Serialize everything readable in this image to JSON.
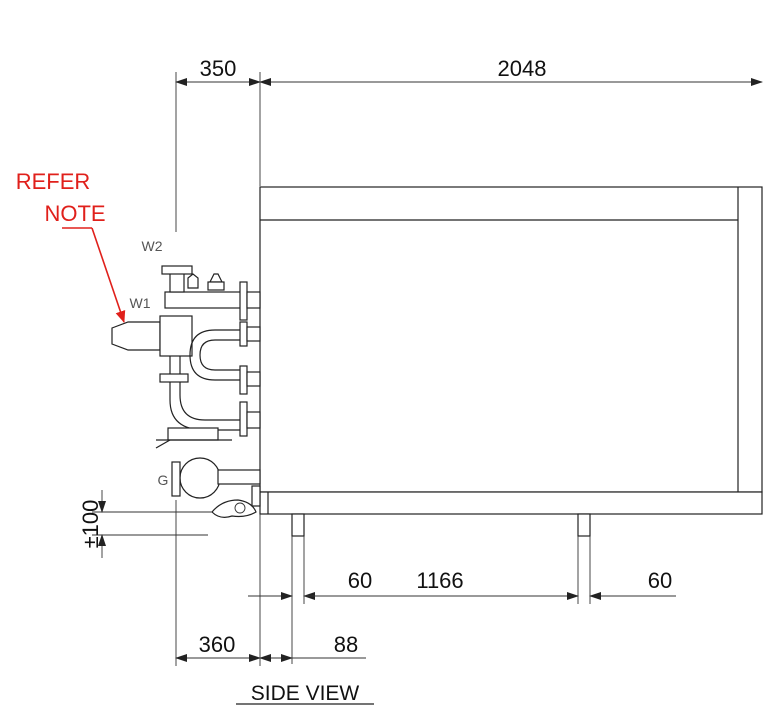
{
  "dimensions": {
    "top_left": "350",
    "top_main": "2048",
    "offset_vertical": "±100",
    "bottom_left_60": "60",
    "bottom_span": "1166",
    "bottom_right_60": "60",
    "bottom_360": "360",
    "bottom_88": "88"
  },
  "labels": {
    "w2": "W2",
    "w1": "W1",
    "g": "G",
    "note_line1": "REFER",
    "note_line2": "NOTE",
    "view_title": "SIDE VIEW"
  },
  "colors": {
    "note": "#e0201b",
    "line": "#222222"
  }
}
